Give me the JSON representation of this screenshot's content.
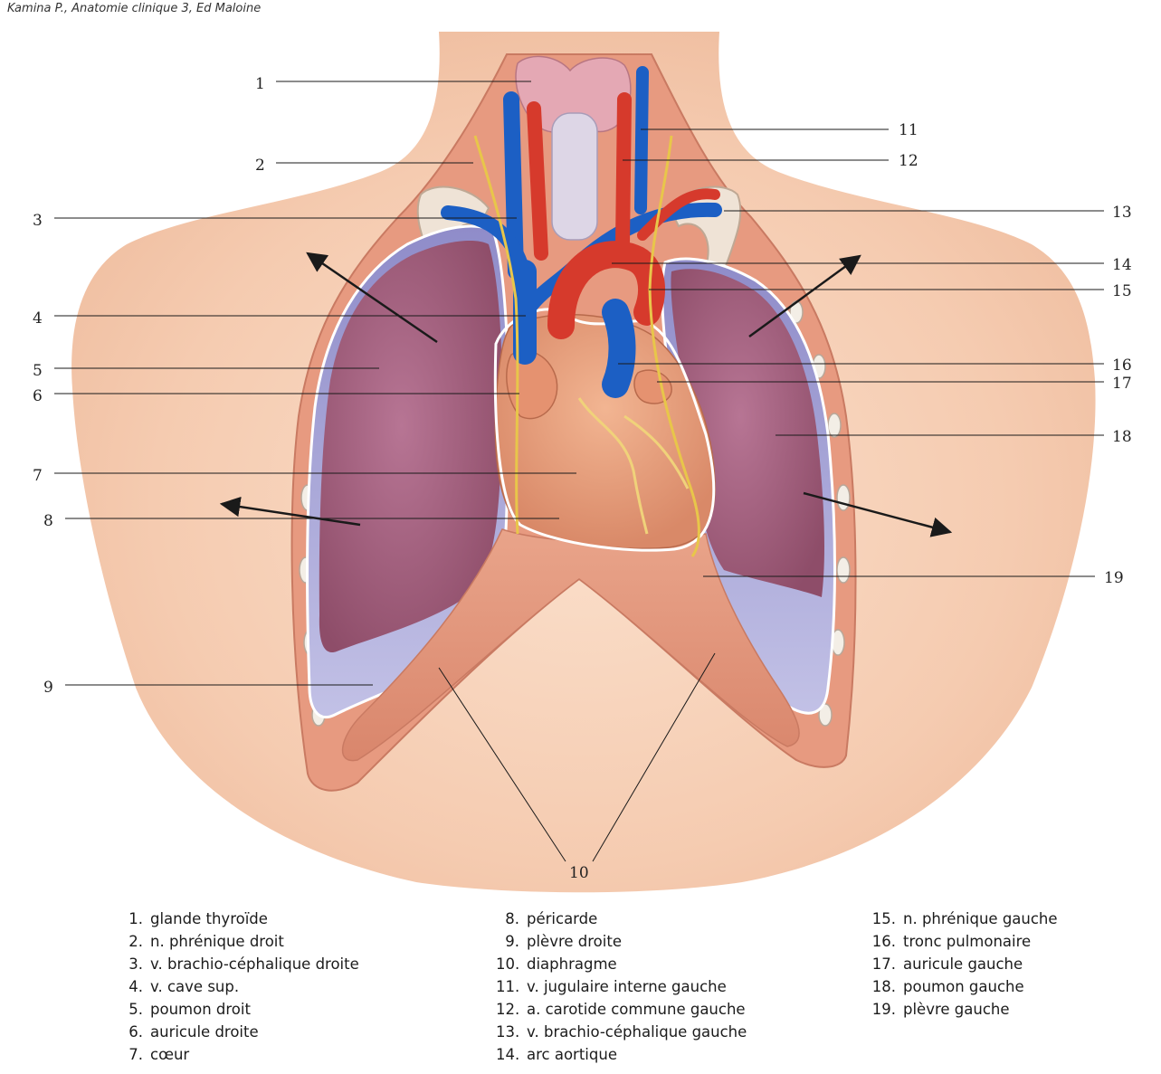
{
  "caption": "Kamina P., Anatomie clinique 3, Ed Maloine",
  "colors": {
    "skin": "#f4c9ad",
    "lung": "#a35f7c",
    "pleura": "#a7a5d4",
    "vein": "#1c5fc4",
    "artery": "#d63a2c",
    "heart": "#e9a07c",
    "nerve": "#e8c64a"
  },
  "callouts": [
    {
      "num": "1",
      "label": "glande thyroïde"
    },
    {
      "num": "2",
      "label": "n. phrénique droit"
    },
    {
      "num": "3",
      "label": "v. brachio-céphalique droite"
    },
    {
      "num": "4",
      "label": "v. cave sup."
    },
    {
      "num": "5",
      "label": "poumon droit"
    },
    {
      "num": "6",
      "label": "auricule droite"
    },
    {
      "num": "7",
      "label": "cœur"
    },
    {
      "num": "8",
      "label": "péricarde"
    },
    {
      "num": "9",
      "label": "plèvre droite"
    },
    {
      "num": "10",
      "label": "diaphragme"
    },
    {
      "num": "11",
      "label": "v. jugulaire interne gauche"
    },
    {
      "num": "12",
      "label": "a. carotide commune gauche"
    },
    {
      "num": "13",
      "label": "v. brachio-céphalique gauche"
    },
    {
      "num": "14",
      "label": "arc aortique"
    },
    {
      "num": "15",
      "label": "n. phrénique gauche"
    },
    {
      "num": "16",
      "label": "tronc pulmonaire"
    },
    {
      "num": "17",
      "label": "auricule gauche"
    },
    {
      "num": "18",
      "label": "poumon gauche"
    },
    {
      "num": "19",
      "label": "plèvre gauche"
    }
  ]
}
